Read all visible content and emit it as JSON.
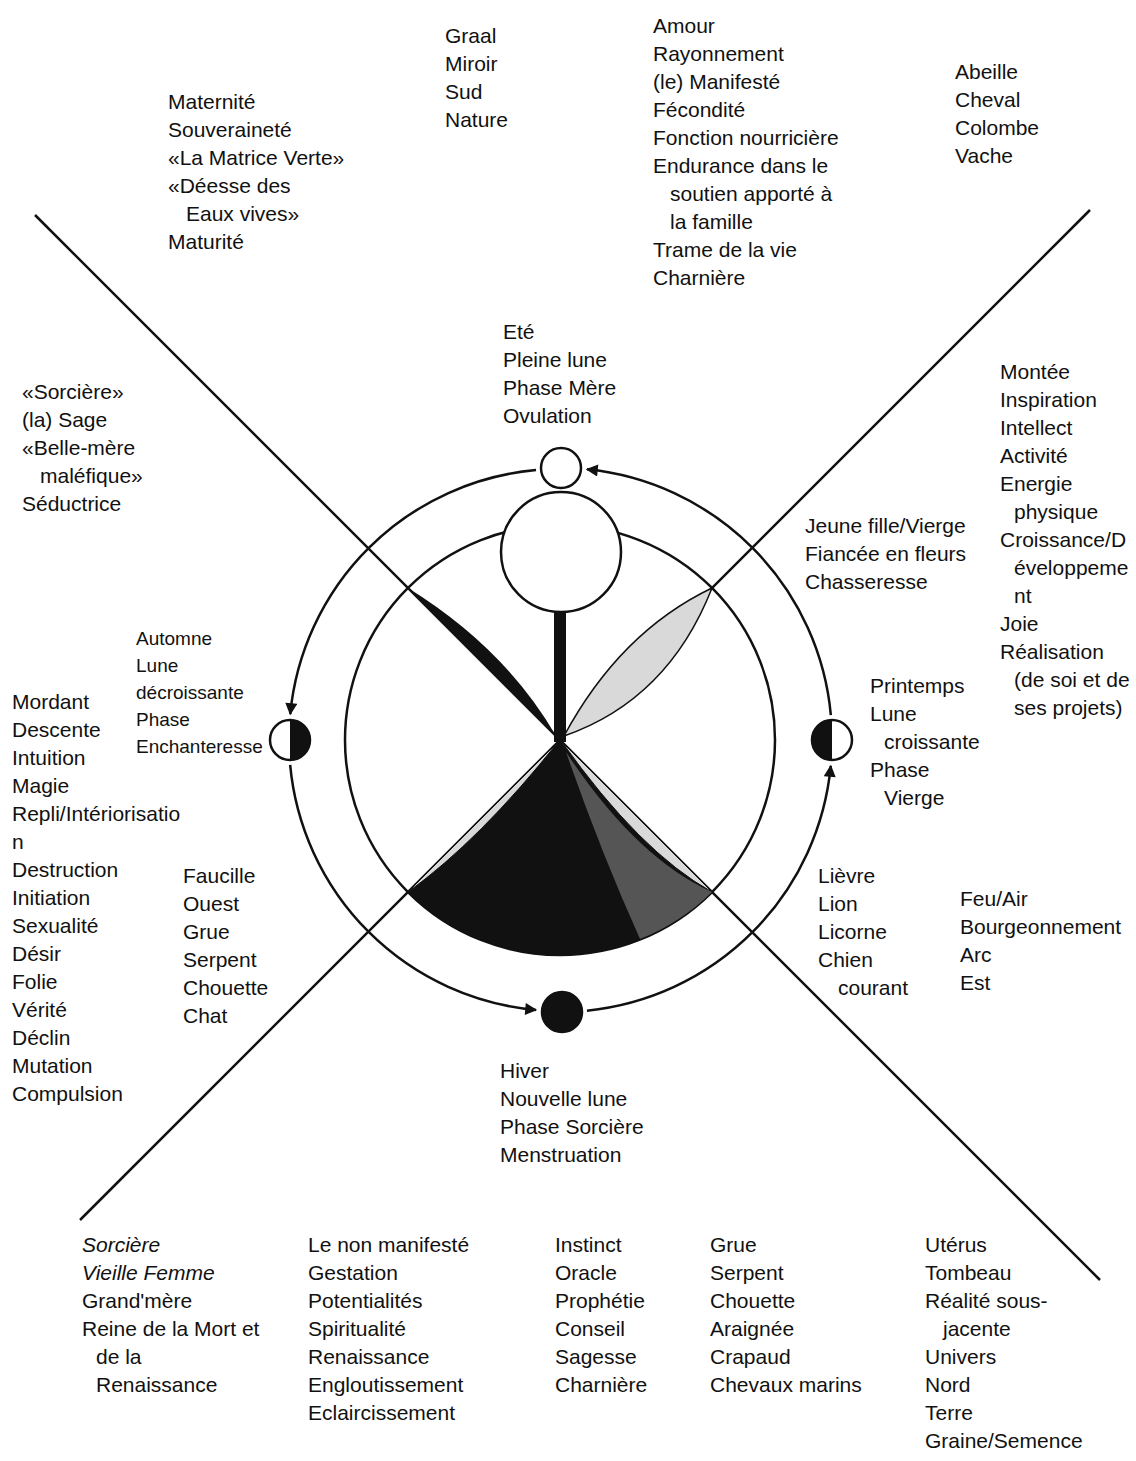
{
  "diagram": {
    "nodes": [
      {
        "text": [
          "Eté",
          "Pleine lune",
          "Phase Mère",
          "Ovulation"
        ]
      },
      {
        "text": [
          "Automne",
          "Lune décroissante",
          "Phase Enchanteresse"
        ]
      },
      {
        "text": [
          "Printemps",
          "Lune croissante",
          "Phase Vierge"
        ]
      },
      {
        "text": [
          "Hiver",
          "Nouvelle lune",
          "Phase Sorcière",
          "Menstruation"
        ]
      }
    ],
    "edges": [
      {
        "from": 2,
        "to": 0,
        "arrow": "to"
      },
      {
        "from": 0,
        "to": 1,
        "arrow": "to"
      },
      {
        "from": 1,
        "to": 3,
        "arrow": "to"
      },
      {
        "from": 3,
        "to": 2,
        "arrow": "to"
      }
    ],
    "labels": [
      "Graal",
      "Miroir",
      "Sud",
      "Nature",
      "Amour",
      "Rayonnement",
      "(le) Manifesté",
      "Fécondité",
      "Fonction nourricière",
      "Endurance dans le soutien apporté à la famille",
      "Trame de la vie",
      "Charnière",
      "Abeille",
      "Cheval",
      "Colombe",
      "Vache",
      "Maternité",
      "Souveraineté",
      "«La Matrice Verte»",
      "«Déesse des Eaux vives»",
      "Maturité",
      "«Sorcière»",
      "(la) Sage",
      "«Belle-mère maléfique»",
      "Séductrice",
      "Montée",
      "Inspiration",
      "Intellect",
      "Activité",
      "Energie physique",
      "Croissance/Développement",
      "Joie",
      "Réalisation (de soi et de ses projets)",
      "Jeune fille/Vierge",
      "Fiancée en fleurs",
      "Chasseresse",
      "Mordant",
      "Descente",
      "Intuition",
      "Magie",
      "Repli/Intériorisation",
      "Destruction",
      "Initiation",
      "Sexualité",
      "Désir",
      "Folie",
      "Vérité",
      "Déclin",
      "Mutation",
      "Compulsion",
      "Faucille",
      "Ouest",
      "Grue",
      "Serpent",
      "Chouette",
      "Chat",
      "Lièvre",
      "Lion",
      "Licorne",
      "Chien courant",
      "Feu/Air",
      "Bourgeonnement",
      "Arc",
      "Est",
      "Sorcière",
      "Vieille Femme",
      "Grand'mère",
      "Reine de la Mort et de la Renaissance",
      "Le non manifesté",
      "Gestation",
      "Potentialités",
      "Spiritualité",
      "Renaissance",
      "Engloutissement",
      "Eclaircissement",
      "Instinct",
      "Oracle",
      "Prophétie",
      "Conseil",
      "Sagesse",
      "Charnière",
      "Grue",
      "Serpent",
      "Chouette",
      "Araignée",
      "Crapaud",
      "Chevaux marins",
      "Utérus",
      "Tombeau",
      "Réalité sous-jacente",
      "Univers",
      "Nord",
      "Terre",
      "Graine/Semence"
    ]
  }
}
